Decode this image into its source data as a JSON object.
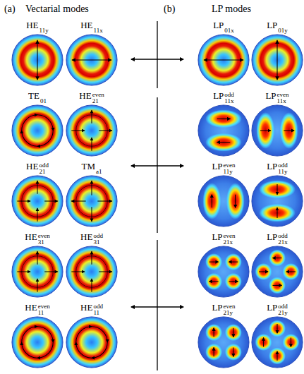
{
  "diagram": {
    "nodes": [
      {
        "text": [
          "HE11y"
        ]
      },
      {
        "text": [
          "HE11x"
        ]
      },
      {
        "text": [
          "LP01x"
        ]
      },
      {
        "text": [
          "LP01y"
        ]
      },
      {
        "text": [
          "TE01"
        ]
      },
      {
        "text": [
          "HE21even"
        ]
      },
      {
        "text": [
          "LP11xodd"
        ]
      },
      {
        "text": [
          "LP11xeven"
        ]
      },
      {
        "text": [
          "HE21odd"
        ]
      },
      {
        "text": [
          "TMa1"
        ]
      },
      {
        "text": [
          "LP11yeven"
        ]
      },
      {
        "text": [
          "LP11yodd"
        ]
      },
      {
        "text": [
          "HE31even"
        ]
      },
      {
        "text": [
          "HE31odd"
        ]
      },
      {
        "text": [
          "LP21xeven"
        ]
      },
      {
        "text": [
          "LP21xodd"
        ]
      },
      {
        "text": [
          "HE11even"
        ]
      },
      {
        "text": [
          "HE11odd"
        ]
      },
      {
        "text": [
          "LP21yeven"
        ]
      },
      {
        "text": [
          "LP21yodd"
        ]
      }
    ],
    "labels": [
      "(a)",
      "Vectarial modes",
      "(b)",
      "LP modes"
    ]
  }
}
